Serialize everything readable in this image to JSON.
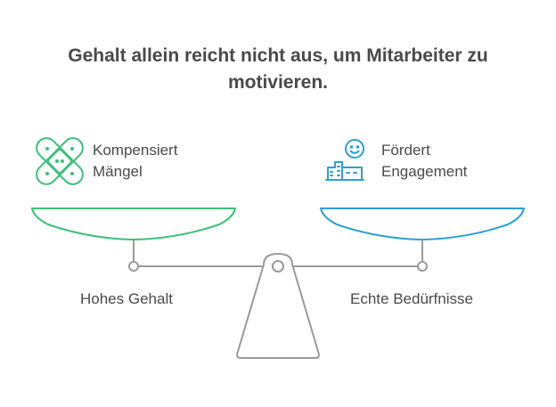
{
  "title": {
    "line1": "Gehalt allein reicht nicht aus, um Mitarbeiter zu",
    "line2": "motivieren."
  },
  "left": {
    "feature_line1": "Kompensiert",
    "feature_line2": "Mängel",
    "label": "Hohes Gehalt",
    "icon": "bandage-icon",
    "color": "#3dbf7a"
  },
  "right": {
    "feature_line1": "Fördert",
    "feature_line2": "Engagement",
    "label": "Echte Bedürfnisse",
    "icon": "happy-building-icon",
    "color": "#2f9fd1"
  },
  "colors": {
    "beam": "#9a9a9a",
    "text": "#4a4a4a"
  }
}
